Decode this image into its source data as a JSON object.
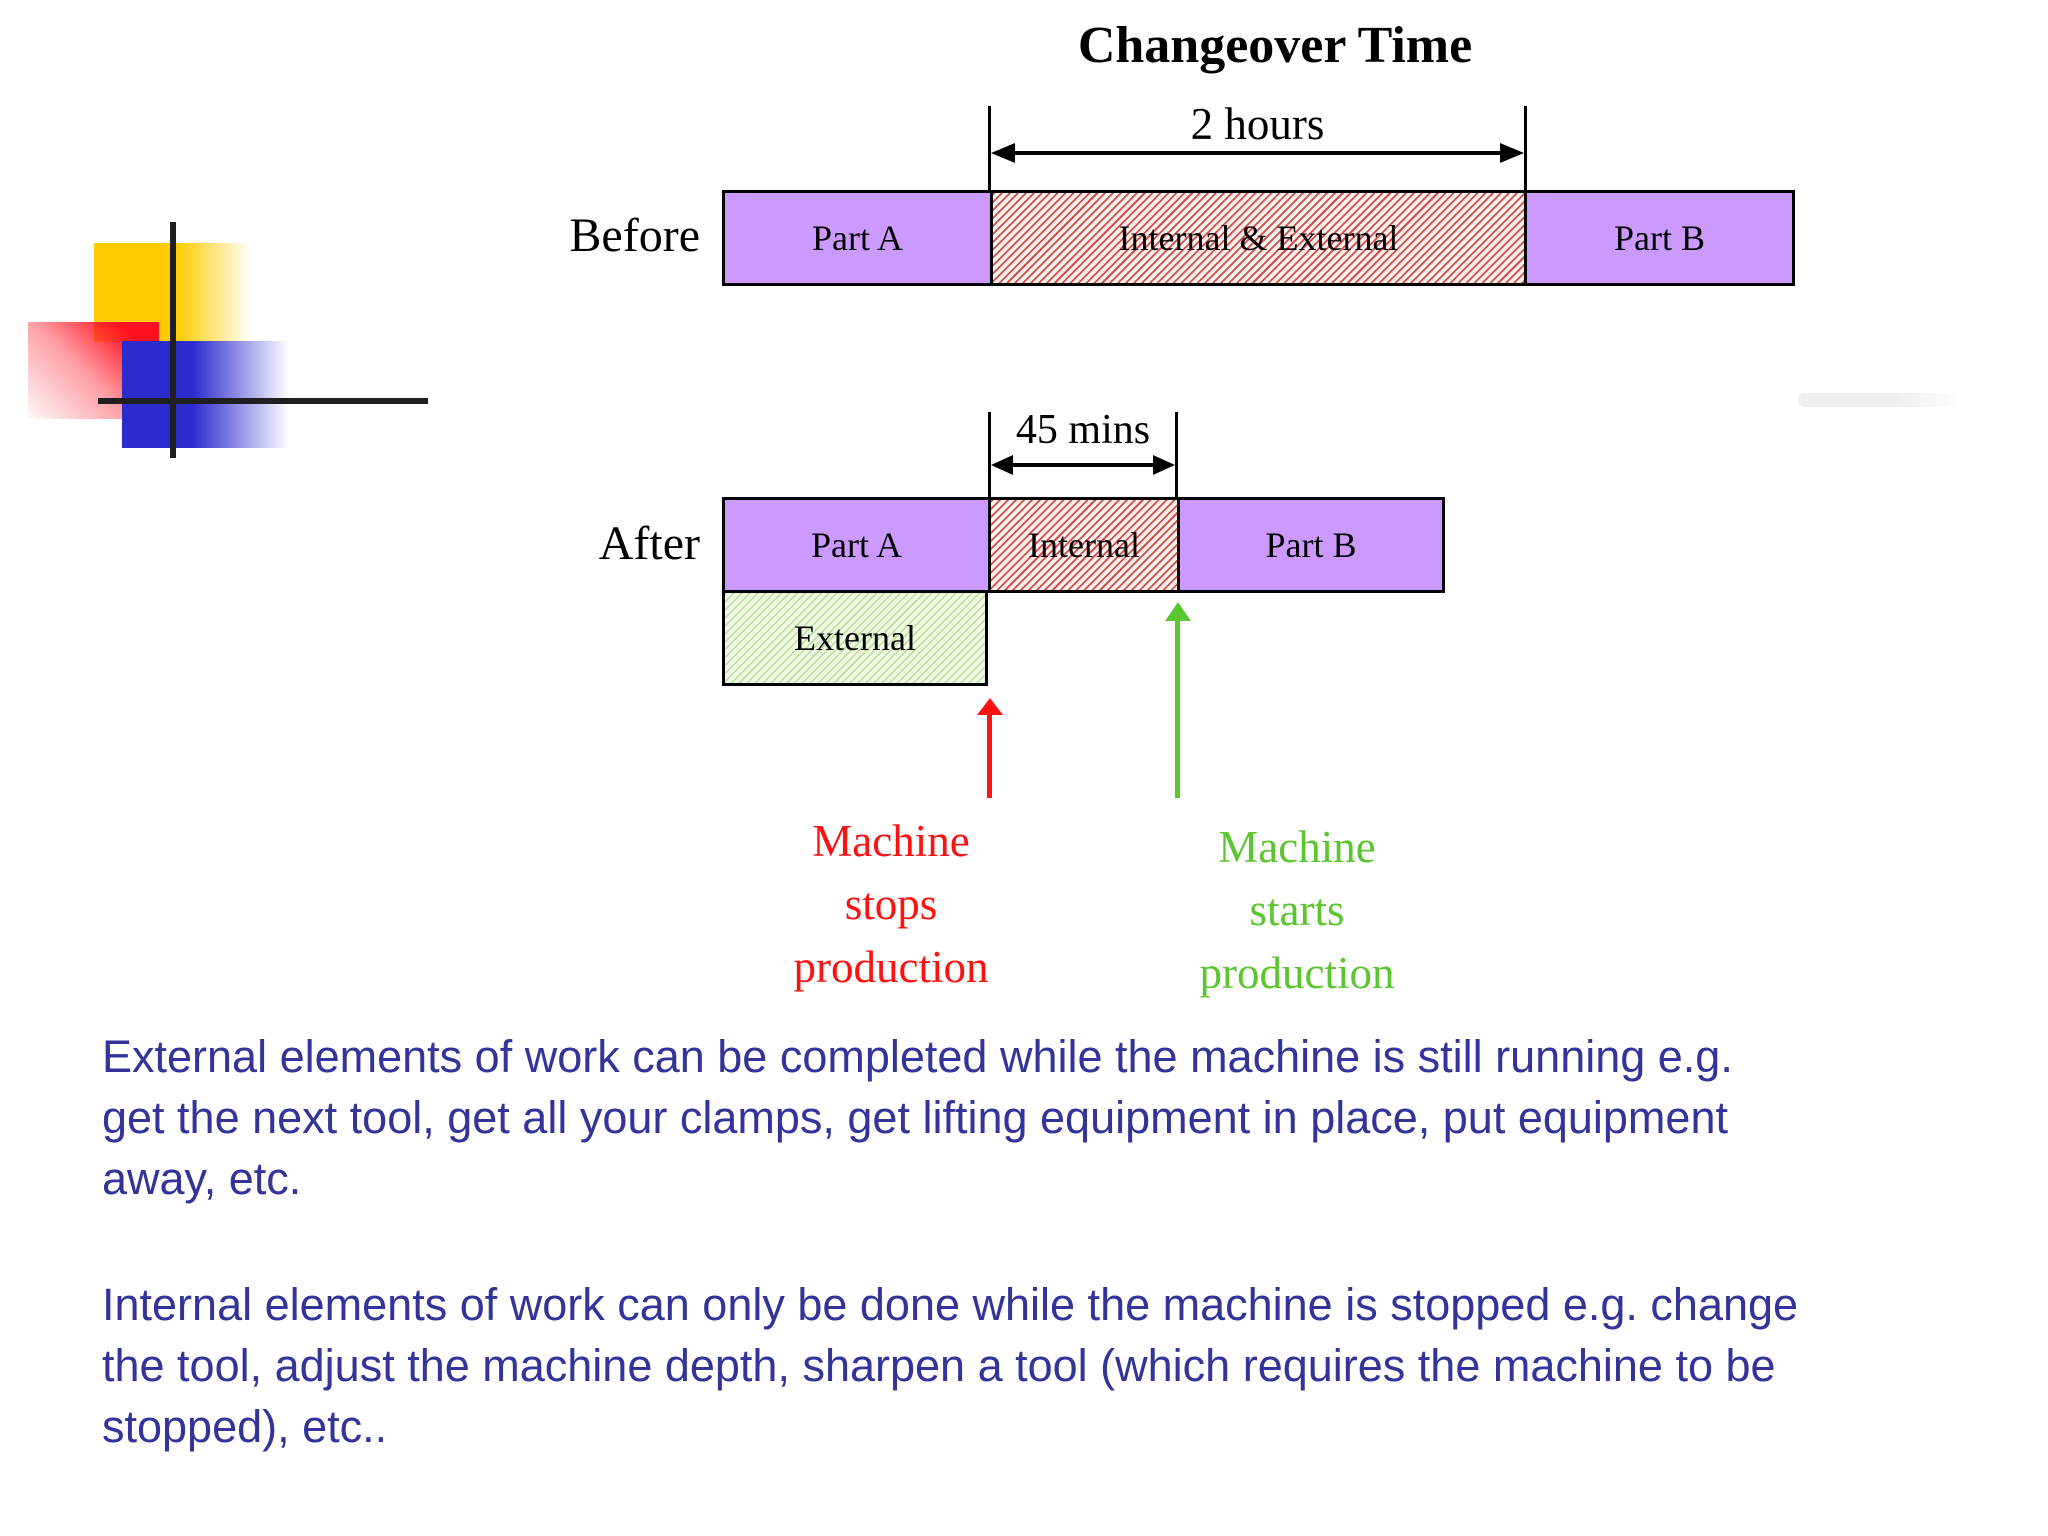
{
  "slide": {
    "title": "Changeover Time"
  },
  "logo": {
    "colors": {
      "yellow": "#FFCC00",
      "red": "#FF1120",
      "blue": "#2B2BCE",
      "cross": "#1F1F1F"
    }
  },
  "before": {
    "label": "Before",
    "duration": "2 hours",
    "segments": [
      {
        "label": "Part A",
        "style": "solid-purple"
      },
      {
        "label": "Internal & External",
        "style": "red-hatch"
      },
      {
        "label": "Part B",
        "style": "solid-purple"
      }
    ]
  },
  "after": {
    "label": "After",
    "duration": "45 mins",
    "segments": [
      {
        "label": "Part A",
        "style": "solid-purple"
      },
      {
        "label": "Internal",
        "style": "red-hatch"
      },
      {
        "label": "Part B",
        "style": "solid-purple"
      }
    ],
    "external": {
      "label": "External",
      "style": "green-hatch"
    }
  },
  "annotations": {
    "machine_stops": {
      "lines": [
        "Machine",
        "stops",
        "production"
      ],
      "color": "#FE1111"
    },
    "machine_starts": {
      "lines": [
        "Machine",
        "starts",
        "production"
      ],
      "color": "#5BC62F"
    }
  },
  "paragraphs": [
    {
      "lines": [
        "External elements of work can be completed while the machine is still running e.g.",
        "get the next tool, get all your clamps, get lifting equipment in place, put equipment",
        "away, etc."
      ]
    },
    {
      "lines": [
        "Internal elements of work can only be done while the machine is stopped e.g. change",
        "the tool, adjust the machine depth, sharpen a tool (which requires the machine to be",
        "stopped), etc.."
      ]
    }
  ],
  "colors": {
    "bar_purple": "#CC99FF",
    "hatch_red": "#CD3732",
    "hatch_green": "#96CD6E",
    "arrow_red": "#FE1111",
    "arrow_green": "#5BC62F",
    "paragraph_blue": "#333399"
  }
}
